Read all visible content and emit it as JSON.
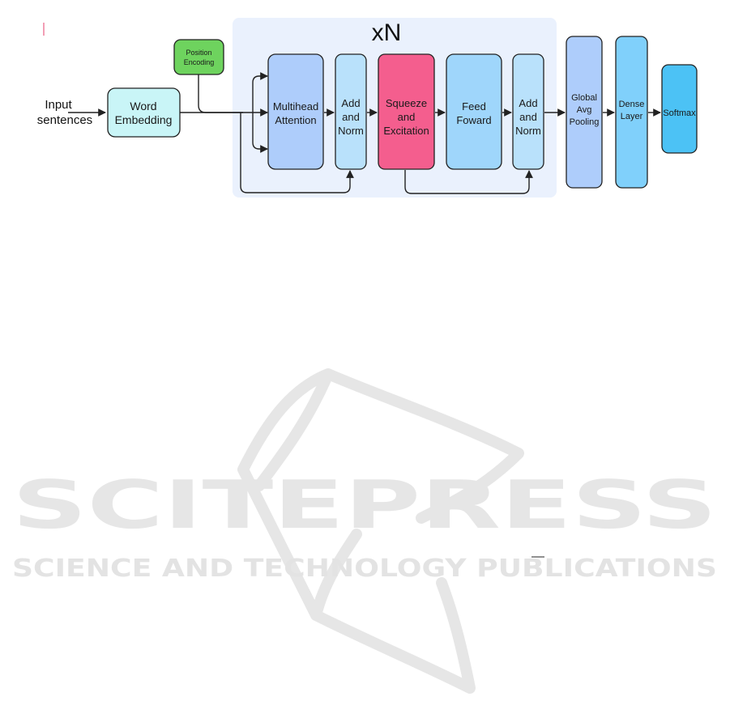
{
  "diagram": {
    "input_label": [
      "Input",
      "sentences"
    ],
    "repeat_label": "xN",
    "nodes": {
      "word_embedding": {
        "lines": [
          "Word",
          "Embedding"
        ],
        "fill": "#c9f5f7"
      },
      "position_encoding": {
        "lines": [
          "Position",
          "Encoding"
        ],
        "fill": "#6ed35e"
      },
      "multihead_attention": {
        "lines": [
          "Multihead",
          "Attention"
        ],
        "fill": "#aecdfb"
      },
      "add_norm_1": {
        "lines": [
          "Add",
          "and",
          "Norm"
        ],
        "fill": "#b9e1fb"
      },
      "squeeze_excitation": {
        "lines": [
          "Squeeze",
          "and",
          "Excitation"
        ],
        "fill": "#f45e8e"
      },
      "feed_forward": {
        "lines": [
          "Feed",
          "Foward"
        ],
        "fill": "#9fd6fb"
      },
      "add_norm_2": {
        "lines": [
          "Add",
          "and",
          "Norm"
        ],
        "fill": "#b9e1fb"
      },
      "global_avg_pooling": {
        "lines": [
          "Global",
          "Avg",
          "Pooling"
        ],
        "fill": "#aecdfb"
      },
      "dense_layer": {
        "lines": [
          "Dense",
          "Layer"
        ],
        "fill": "#80d0fb"
      },
      "softmax": {
        "lines": [
          "Softmax"
        ],
        "fill": "#4cc2f5"
      }
    },
    "encoder_block_fill": "#eaf1fd"
  },
  "watermark": {
    "title": "SCITEPRESS",
    "subtitle": "SCIENCE AND TECHNOLOGY PUBLICATIONS"
  }
}
